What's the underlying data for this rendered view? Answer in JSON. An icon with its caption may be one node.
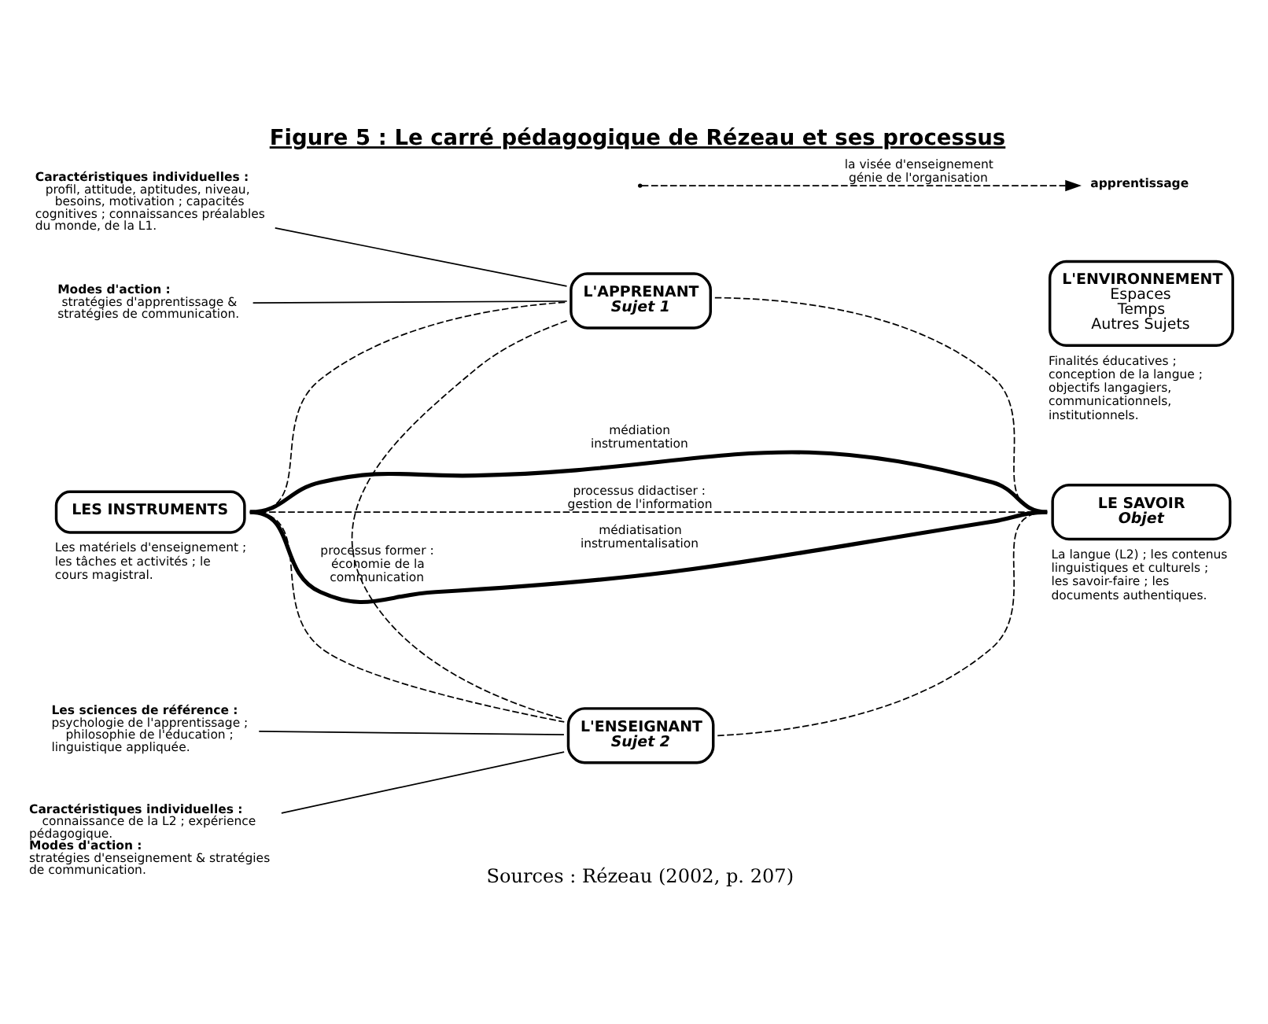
{
  "diagram": {
    "title": "Figure 5 : Le carré pédagogique de Rézeau et ses processus",
    "caption": "Sources : Rézeau (2002, p. 207)",
    "nodes": [
      {
        "text": [
          "L'APPRENANT",
          "Sujet 1"
        ]
      },
      {
        "text": [
          "LES INSTRUMENTS"
        ],
        "beside": [
          "Les matériels d'enseignement ; les tâches et activités ; le cours magistral."
        ]
      },
      {
        "text": [
          "LE SAVOIR",
          "Objet"
        ],
        "beside": [
          "La langue (L2) ; les contenus linguistiques et culturels ; les savoir-faire ; les documents authentiques."
        ]
      },
      {
        "text": [
          "L'ENSEIGNANT",
          "Sujet 2"
        ]
      },
      {
        "text": [
          "L'ENVIRONNEMENT",
          "Espaces",
          "Temps",
          "Autres Sujets"
        ],
        "beside": [
          "Finalités éducatives ; conception de la langue ; objectifs langagiers, communicationnels, institutionnels."
        ]
      },
      {
        "text": [
          "Caractéristiques individuelles :",
          "profil, attitude, aptitudes, niveau, besoins, motivation ; capacités cognitives ; connaissances préalables du monde, de la L1."
        ]
      },
      {
        "text": [
          "Modes d'action :",
          "stratégies d'apprentissage & stratégies de communication."
        ]
      },
      {
        "text": [
          "Les sciences de référence :",
          "psychologie de l'apprentissage ; philosophie de l'éducation ; linguistique appliquée."
        ]
      },
      {
        "text": [
          "Caractéristiques individuelles :",
          "connaissance de la L2 ; expérience pédagogique.",
          "Modes d'action :",
          "stratégies d'enseignement & stratégies de communication."
        ]
      },
      {
        "text": [
          "apprentissage"
        ]
      }
    ],
    "edges": [
      {
        "from": 5,
        "to": 0,
        "arrow": "none"
      },
      {
        "from": 6,
        "to": 0,
        "arrow": "none"
      },
      {
        "from": 0,
        "to": 1,
        "arrow": "none",
        "style": "dashed"
      },
      {
        "from": 0,
        "to": 2,
        "arrow": "none",
        "style": "dashed"
      },
      {
        "from": 1,
        "to": 2,
        "arrow": "none",
        "label": "médiation instrumentation",
        "style": "thick"
      },
      {
        "from": 1,
        "to": 2,
        "arrow": "none",
        "label": "processus didactiser : gestion de l'information",
        "style": "dashed"
      },
      {
        "from": 0,
        "to": 3,
        "arrow": "none",
        "label": "processus former : économie de la communication",
        "style": "dashed"
      },
      {
        "from": 1,
        "to": 2,
        "arrow": "none",
        "label": "médiatisation instrumentalisation",
        "style": "thick"
      },
      {
        "from": null,
        "to": 9,
        "arrow": "to",
        "label": "la visée d'enseignement génie de l'organisation",
        "style": "dashed"
      },
      {
        "from": 1,
        "to": 3,
        "arrow": "none",
        "style": "dashed"
      },
      {
        "from": 2,
        "to": 3,
        "arrow": "none",
        "style": "dashed"
      },
      {
        "from": 7,
        "to": 3,
        "arrow": "none"
      },
      {
        "from": 8,
        "to": 3,
        "arrow": "none"
      }
    ]
  }
}
